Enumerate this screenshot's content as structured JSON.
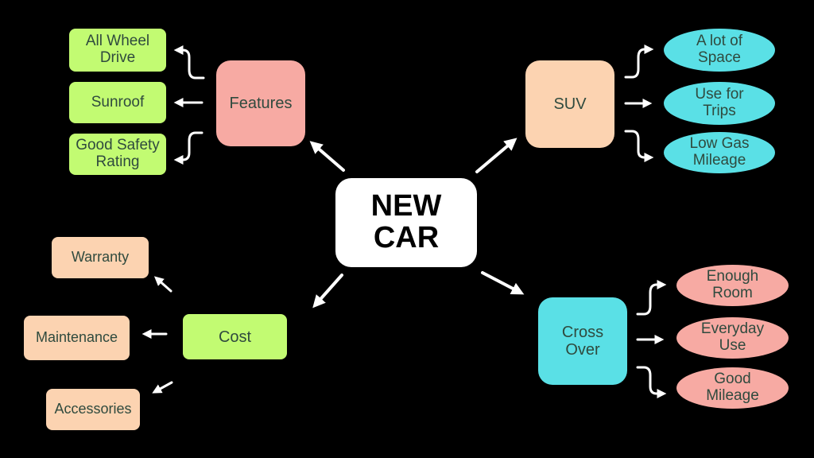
{
  "center": {
    "label": "NEW\nCAR"
  },
  "branches": {
    "features": {
      "label": "Features",
      "children": [
        "All Wheel\nDrive",
        "Sunroof",
        "Good Safety\nRating"
      ]
    },
    "suv": {
      "label": "SUV",
      "children": [
        "A lot of\nSpace",
        "Use for\nTrips",
        "Low Gas\nMileage"
      ]
    },
    "cost": {
      "label": "Cost",
      "children": [
        "Warranty",
        "Maintenance",
        "Accessories"
      ]
    },
    "crossover": {
      "label": "Cross\nOver",
      "children": [
        "Enough\nRoom",
        "Everyday\nUse",
        "Good\nMileage"
      ]
    }
  },
  "colors": {
    "green": "#c2fb72",
    "pink": "#f7aaa3",
    "peach": "#fcd3b1",
    "cyan": "#5ae0e6",
    "center": "#ffffff",
    "background": "#000000",
    "arrow": "#ffffff"
  }
}
